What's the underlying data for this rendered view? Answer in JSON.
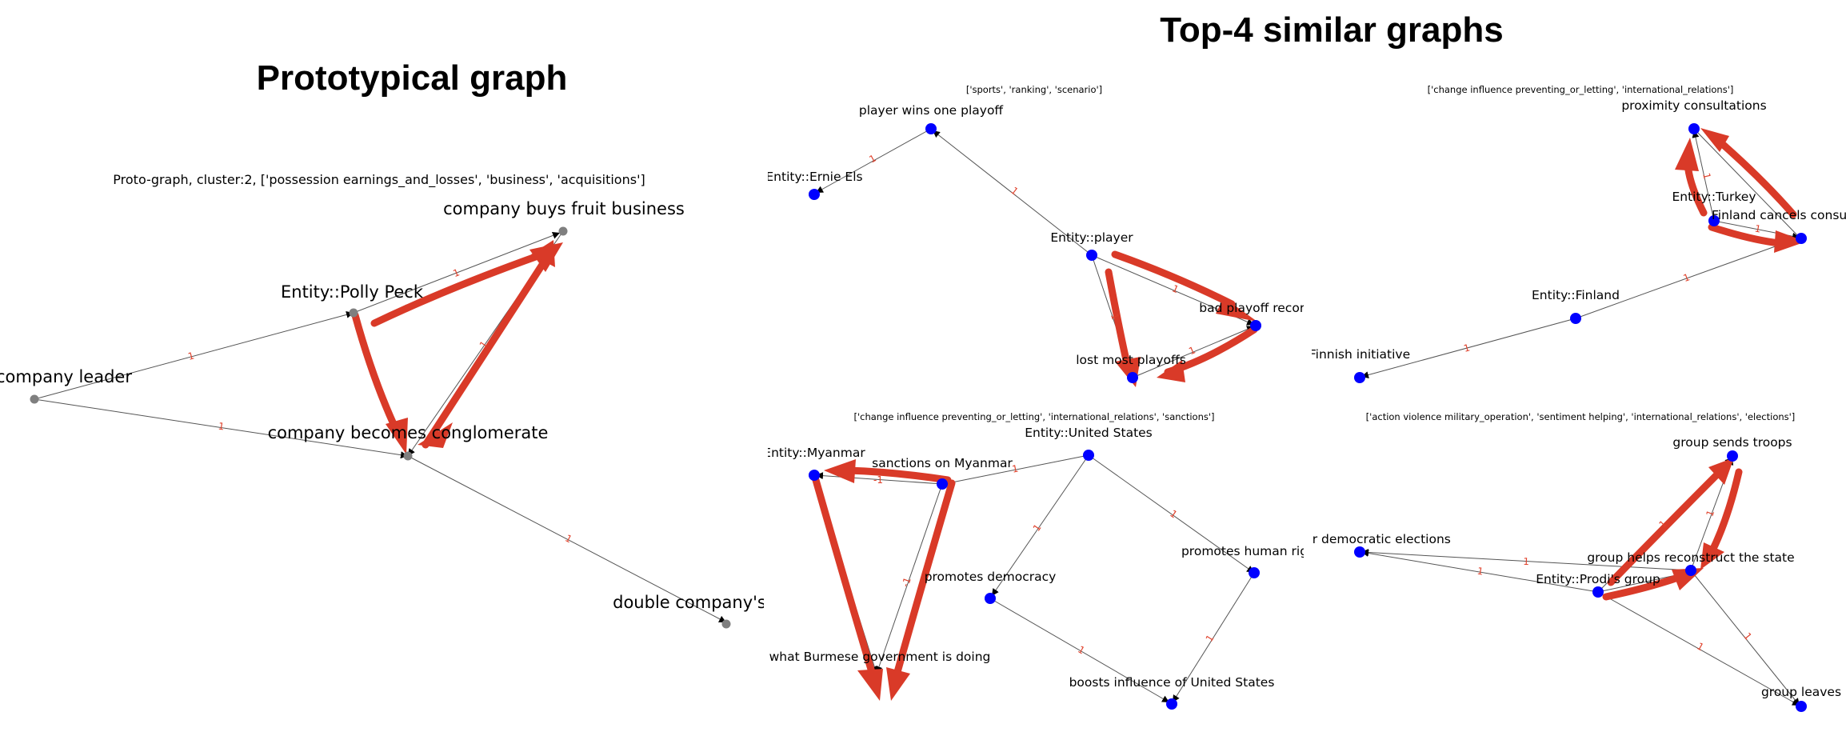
{
  "titles": {
    "left": "Prototypical graph",
    "right": "Top-4 similar graphs"
  },
  "colors": {
    "arrow": "#d93a28",
    "edge_label": "#e0402a",
    "node_proto": "#7f7f7f",
    "node_similar": "#0000ff"
  },
  "proto": {
    "subtitle": "Proto-graph, cluster:2, ['possession earnings_and_losses', 'business', 'acquisitions']",
    "nodes": {
      "leader": "company leader",
      "polly": "Entity::Polly Peck",
      "buys": "company buys fruit business",
      "becomes": "company becomes conglomerate",
      "double": "double company's"
    },
    "edge_labels": {
      "leader_polly": "1",
      "leader_becomes": "1",
      "polly_buys": "1",
      "buys_becomes": "1",
      "becomes_double": "1"
    }
  },
  "g1": {
    "title": "['sports', 'ranking', 'scenario']",
    "nodes": {
      "wins": "player wins one playoff",
      "els": "Entity::Ernie Els",
      "player": "Entity::player",
      "bad": "bad playoff record",
      "lost": "lost most playoffs"
    },
    "edge_labels": {
      "wins_els": "1",
      "player_wins": "1",
      "player_bad": "1",
      "player_lost": "1",
      "lost_bad": "1"
    }
  },
  "g2": {
    "title": "['change influence preventing_or_letting', 'international_relations']",
    "nodes": {
      "prox": "proximity consultations",
      "turkey": "Entity::Turkey",
      "cancels": "Finland cancels consultations",
      "finland": "Entity::Finland",
      "initiative": "Finnish initiative"
    },
    "edge_labels": {
      "turkey_prox": "1",
      "turkey_cancels": "1",
      "finland_cancels": "1",
      "finland_initiative": "1"
    }
  },
  "g3": {
    "title": "['change influence preventing_or_letting', 'international_relations', 'sanctions']",
    "nodes": {
      "myanmar": "Entity::Myanmar",
      "sanctions": "sanctions on Myanmar",
      "us": "Entity::United States",
      "burmese": "what Burmese government is doing",
      "democracy": "promotes democracy",
      "rights": "promotes human rights",
      "boosts": "boosts influence of United States"
    },
    "edge_labels": {
      "sanctions_myanmar": "-1",
      "us_sanctions": "1",
      "sanctions_burmese": "-1",
      "us_democracy": "1",
      "us_rights": "1",
      "democracy_boosts": "1",
      "rights_boosts": "1"
    }
  },
  "g4": {
    "title": "['action violence military_operation', 'sentiment helping', 'international_relations', 'elections']",
    "nodes": {
      "troops": "group sends troops",
      "elections": "calls for democratic elections",
      "helps": "group helps reconstruct the state",
      "prodi": "Entity::Prodi's group",
      "leaves": "group leaves"
    },
    "edge_labels": {
      "helps_elections": "1",
      "prodi_elections": "1",
      "prodi_troops": "1",
      "helps_troops": "1",
      "prodi_leaves": "1",
      "helps_leaves": "1"
    }
  }
}
